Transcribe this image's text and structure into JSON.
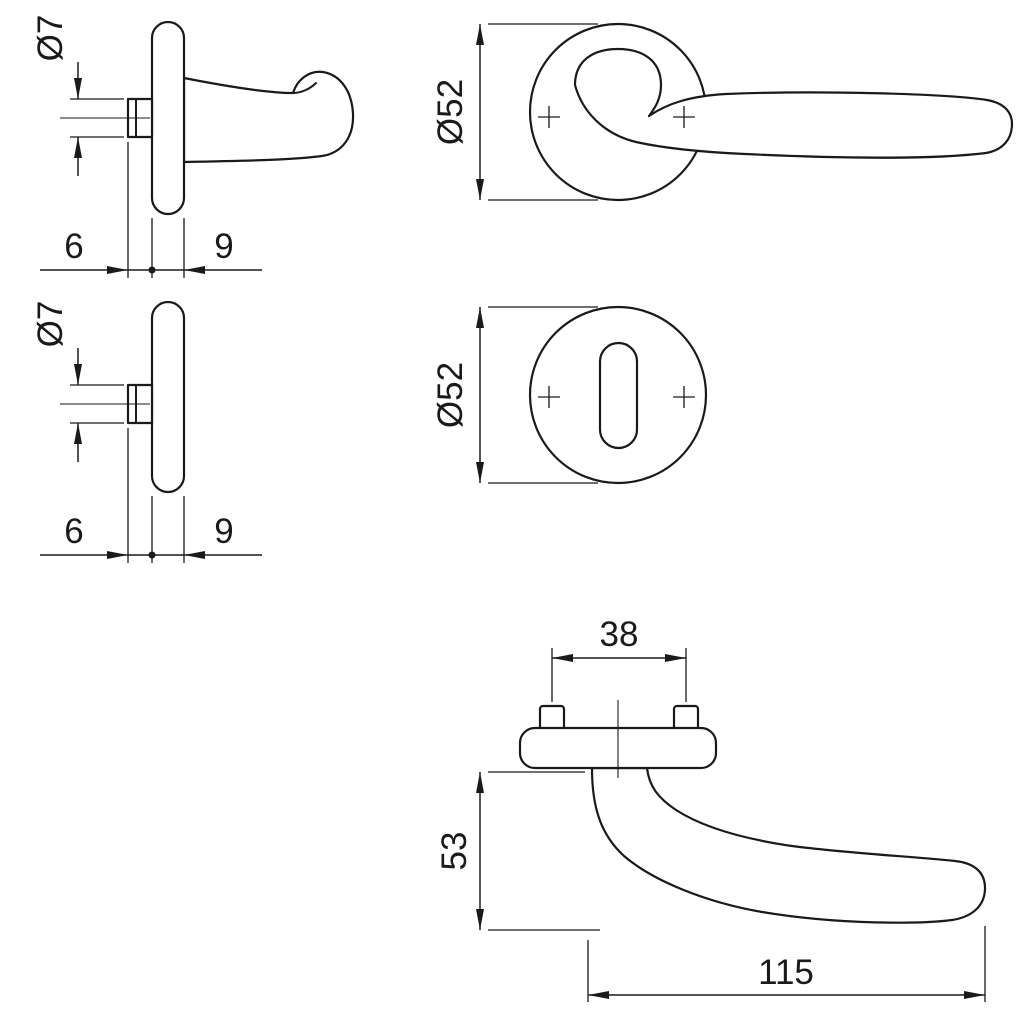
{
  "style": {
    "line_color": "#1a1a1a",
    "background": "#ffffff"
  },
  "views": {
    "handle_side": {
      "dim_spindle_diameter": "Ø7",
      "dim_offset": "6",
      "dim_thickness": "9"
    },
    "rose_side": {
      "dim_spindle_diameter": "Ø7",
      "dim_offset": "6",
      "dim_thickness": "9"
    },
    "handle_front": {
      "dim_rose_diameter": "Ø52"
    },
    "key_rose_front": {
      "dim_rose_diameter": "Ø52"
    },
    "handle_top": {
      "dim_screw_spacing": "38",
      "dim_projection": "53",
      "dim_length": "115"
    }
  }
}
